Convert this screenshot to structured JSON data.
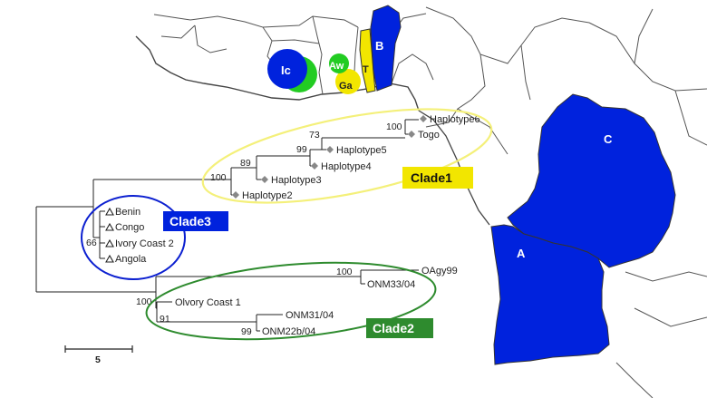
{
  "map_labels": {
    "ic": "Ic",
    "aw": "Aw",
    "ga": "Ga",
    "t": "T",
    "b": "B",
    "a": "A",
    "c": "C"
  },
  "clades": {
    "clade1": "Clade1",
    "clade2": "Clade2",
    "clade3": "Clade3"
  },
  "leaves": {
    "haplotype6": "Haplotype6",
    "togo": "Togo",
    "haplotype5": "Haplotype5",
    "haplotype4": "Haplotype4",
    "haplotype3": "Haplotype3",
    "haplotype2": "Haplotype2",
    "benin": "Benin",
    "congo": "Congo",
    "ivory_coast_2": "Ivory Coast 2",
    "angola": "Angola",
    "oagy99": "OAgy99",
    "onm33": "ONM33/04",
    "olvory_coast_1": "Olvory Coast 1",
    "onm31": "ONM31/04",
    "onm22b": "ONM22b/04"
  },
  "bootstrap": {
    "n100_h6": "100",
    "n73": "73",
    "n99_h5": "99",
    "n89": "89",
    "n100_c1": "100",
    "n66": "66",
    "n100_oa": "100",
    "n100_c2": "100",
    "n91": "91",
    "n99_onm": "99"
  },
  "scale_bar": {
    "label": "5"
  },
  "colors": {
    "blue": "#0022dd",
    "green": "#22cc22",
    "yellow": "#f2e600",
    "clade1_stroke": "#f4f07a",
    "clade2_stroke": "#2e8b2e",
    "clade3_stroke": "#0b1fd0",
    "border": "#555555"
  }
}
